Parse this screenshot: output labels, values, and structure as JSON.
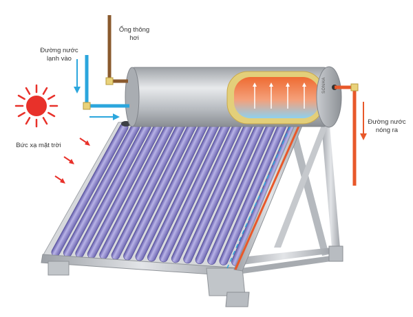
{
  "labels": {
    "vent_pipe": [
      "Ống thông",
      "hơi"
    ],
    "cold_in": [
      "Đường nước",
      "lạnh vào"
    ],
    "hot_out": [
      "Đường nước",
      "nóng ra"
    ],
    "solar_radiation": "Bức xạ mặt trời"
  },
  "brand": "SONHA",
  "colors": {
    "hot": "#e8582a",
    "cold": "#2ba6dd",
    "vent": "#8a5a2e",
    "sun": "#e8312a",
    "tube": "#8f88c8",
    "steel": "#bfc3c8"
  },
  "tube_count": 16
}
